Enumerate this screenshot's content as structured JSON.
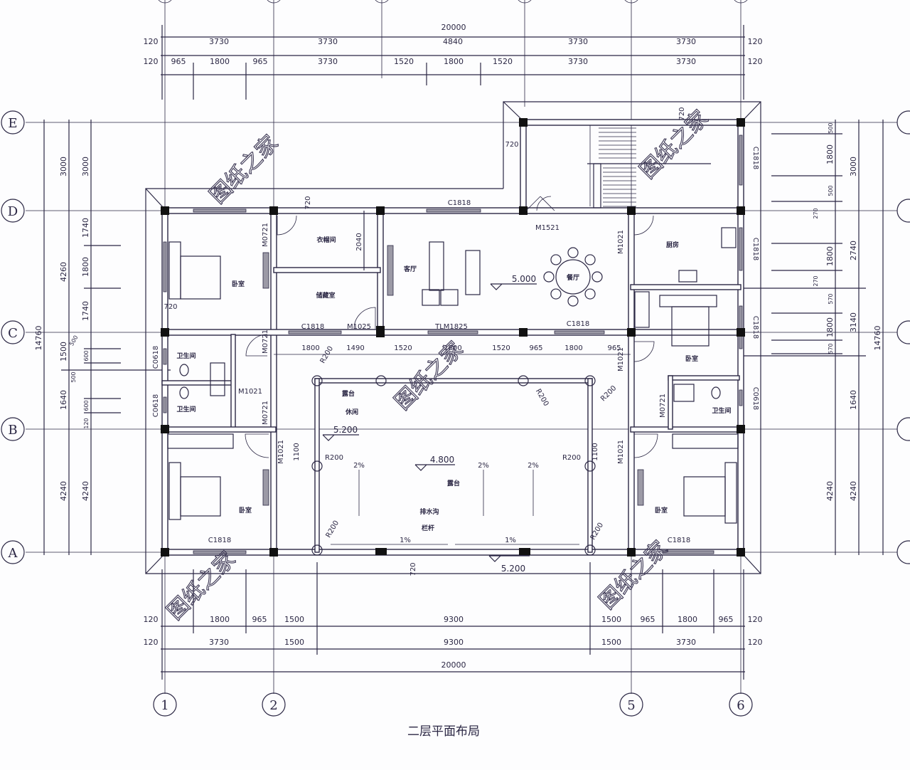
{
  "title": "二层平面布局",
  "colors": {
    "line": "#2b2744",
    "column": "#111111",
    "window": "#9c9aa6",
    "background": "#fdfdfe"
  },
  "axes": {
    "columns": [
      "1",
      "2",
      "5",
      "6"
    ],
    "rows": [
      "E",
      "D",
      "C",
      "B",
      "A"
    ]
  },
  "dimensions": {
    "top_total": "20000",
    "top_row1": [
      "120",
      "3730",
      "3730",
      "4840",
      "3730",
      "3730",
      "120"
    ],
    "top_row2": [
      "120",
      "965",
      "1800",
      "965",
      "3730",
      "1520",
      "1800",
      "1520",
      "3730",
      "3730",
      "120"
    ],
    "bottom_row1": [
      "120",
      "1800",
      "965",
      "1500",
      "9300",
      "1500",
      "965",
      "1800",
      "965",
      "120"
    ],
    "bottom_row2": [
      "120",
      "3730",
      "1500",
      "9300",
      "1500",
      "3730",
      "120"
    ],
    "bottom_total": "20000",
    "left_total": "14760",
    "left_row1": [
      "3000",
      "4260",
      "1500",
      "1640",
      "4240"
    ],
    "left_row2": [
      "3000",
      "1740",
      "1800",
      "1740",
      "500",
      "600",
      "500",
      "600",
      "120",
      "4240"
    ],
    "right_total": "14760",
    "right_row1": [
      "3000",
      "2740",
      "3140",
      "1640",
      "4240"
    ],
    "right_row2": [
      "500",
      "1800",
      "500",
      "270",
      "1800",
      "270",
      "570",
      "1800",
      "570",
      "4240"
    ],
    "interior": [
      "1800",
      "1490",
      "1520",
      "1800",
      "1520",
      "965",
      "1800",
      "965",
      "2040",
      "1100",
      "1100",
      "720",
      "720",
      "720",
      "720",
      "720"
    ]
  },
  "rooms": {
    "bedroom_nw": "卧室",
    "cloakroom": "衣帽间",
    "storage": "储藏室",
    "living": "客厅",
    "dining": "餐厅",
    "kitchen": "厨房",
    "bedroom_e": "卧室",
    "bath_w1": "卫生间",
    "bath_w2": "卫生间",
    "bath_e": "卫生间",
    "terrace": "露台",
    "bedroom_sw": "卧室",
    "bedroom_se": "卧室",
    "lobby_a": "露台",
    "lobby_b": "休闲",
    "terrace_note_a": "排水沟",
    "terrace_note_b": "栏杆"
  },
  "elevations": [
    "5.000",
    "5.200",
    "4.800",
    "5.200"
  ],
  "openings": {
    "c1818": "C1818",
    "c0618": "C0618",
    "m1521": "M1521",
    "m1825": "TLM1825",
    "m1025": "M1025",
    "m1021": "M1021",
    "m0721": "M0721",
    "r200": "R200"
  },
  "slopes": {
    "two": "2%",
    "one": "1%"
  },
  "watermark": "图纸之家"
}
